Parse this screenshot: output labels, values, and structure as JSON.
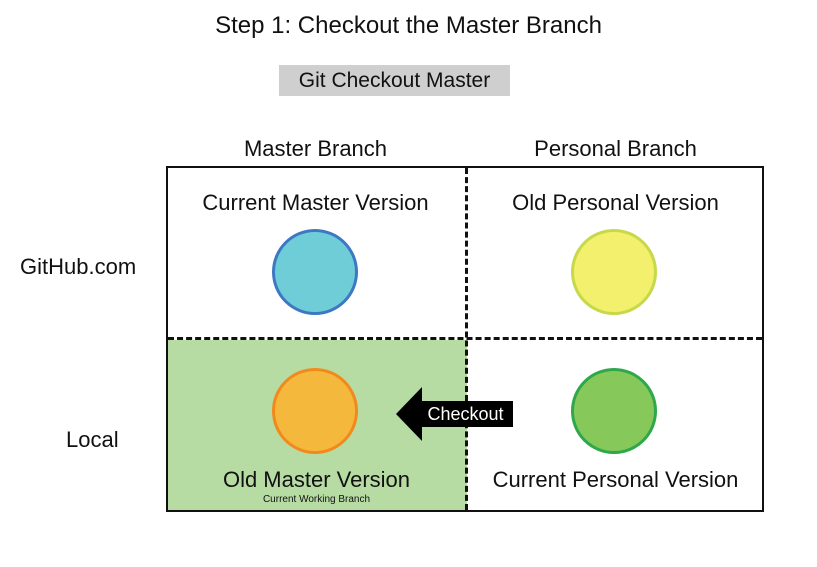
{
  "title": "Step 1: Checkout the Master Branch",
  "command": "Git Checkout Master",
  "columns": {
    "master": "Master Branch",
    "personal": "Personal Branch"
  },
  "rows": {
    "github": "GitHub.com",
    "local": "Local"
  },
  "cells": {
    "github_master": "Current Master Version",
    "github_personal": "Old Personal Version",
    "local_master": "Old Master Version",
    "local_master_sub": "Current Working Branch",
    "local_personal": "Current Personal Version"
  },
  "arrow_label": "Checkout",
  "colors": {
    "current_master_fill": "#6fcdd8",
    "current_master_stroke": "#3d78c2",
    "old_personal_fill": "#f2f06c",
    "old_personal_stroke": "#c7d84a",
    "old_master_fill": "#f4b93c",
    "old_master_stroke": "#f28a1b",
    "current_personal_fill": "#86c85a",
    "current_personal_stroke": "#2ea84a",
    "working_branch_highlight": "#b7dca3",
    "arrow": "#000000"
  }
}
